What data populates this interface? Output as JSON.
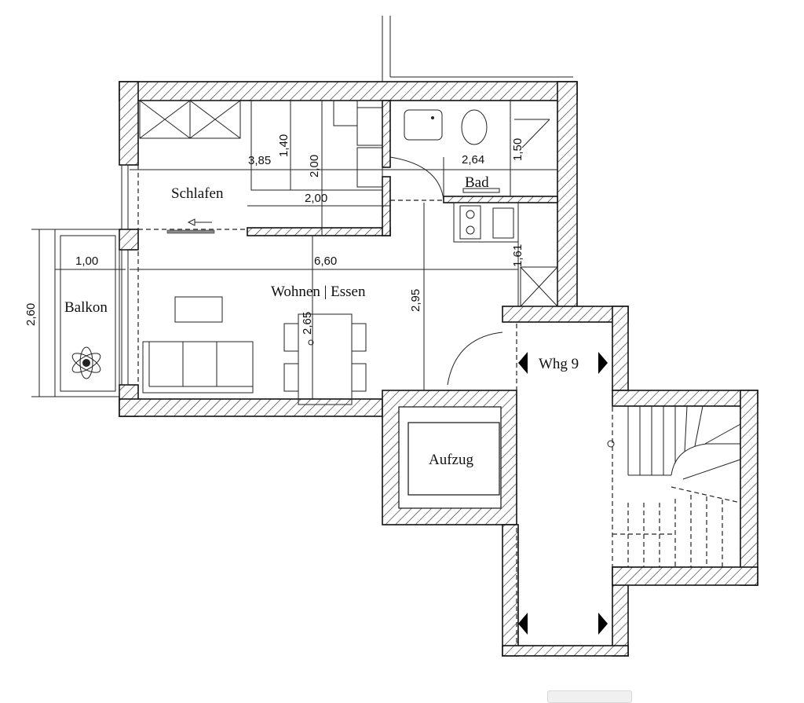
{
  "rooms": {
    "schlafen": "Schlafen",
    "bad": "Bad",
    "wohnen": "Wohnen | Essen",
    "balkon": "Balkon",
    "aufzug": "Aufzug",
    "whg": "Whg 9"
  },
  "dimensions": {
    "schlafen_width": "3,85",
    "bed_width": "1,40",
    "bed_length": "2,00",
    "bed_depth": "2,00",
    "bad_width": "2,64",
    "bad_depth": "1,50",
    "wohnen_width": "6,60",
    "kitchen_depth": "1,61",
    "balkon_width": "1,00",
    "balkon_length": "2,60",
    "wohnen_depth": "2,95",
    "table_depth": "2,65"
  }
}
